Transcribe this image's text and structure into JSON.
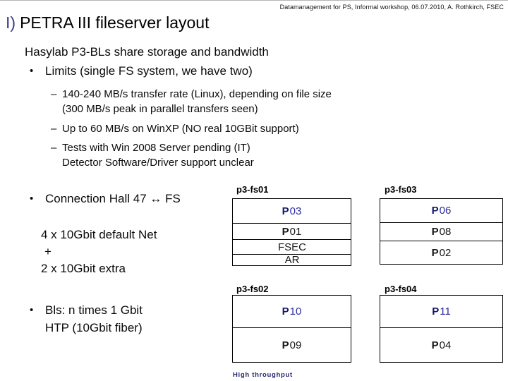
{
  "header": {
    "credit": "Datamanagement for PS, Informal workshop, 06.07.2010, A. Rothkirch, FSEC"
  },
  "title": {
    "prefix": "I)",
    "text": "PETRA III fileserver layout"
  },
  "bullets": {
    "bullet_char": "•",
    "dash_char": "–",
    "intro": "Hasylab P3-BLs share storage and bandwidth",
    "limits": "Limits (single FS system, we have two)",
    "limit1a": "140-240 MB/s transfer rate (Linux), depending on file size",
    "limit1b": "(300 MB/s peak in parallel transfers seen)",
    "limit2": "Up to 60 MB/s on WinXP (NO real 10GBit support)",
    "limit3a": "Tests with Win 2008 Server pending (IT)",
    "limit3b": "Detector Software/Driver support unclear",
    "connection": "Connection Hall 47 ↔ FS",
    "net1": "4 x 10Gbit default Net",
    "net2": "+",
    "net3": "2 x 10Gbit extra",
    "bls1": "Bls: n times 1 Gbit",
    "bls2": "HTP (10Gbit fiber)"
  },
  "servers": [
    {
      "label": "p3-fs01",
      "rows": [
        {
          "lead": "P",
          "rest": "03"
        },
        {
          "lead": "P",
          "rest": "01"
        },
        {
          "lead": "",
          "rest": "FSEC"
        },
        {
          "lead": "",
          "rest": "AR"
        }
      ]
    },
    {
      "label": "p3-fs03",
      "rows": [
        {
          "lead": "P",
          "rest": "06"
        },
        {
          "lead": "P",
          "rest": "08"
        },
        {
          "lead": "P",
          "rest": "02"
        }
      ]
    },
    {
      "label": "p3-fs02",
      "rows": [
        {
          "lead": "P",
          "rest": "10"
        },
        {
          "lead": "P",
          "rest": "09"
        }
      ]
    },
    {
      "label": "p3-fs04",
      "rows": [
        {
          "lead": "P",
          "rest": "11"
        },
        {
          "lead": "P",
          "rest": "04"
        }
      ]
    }
  ],
  "footer": {
    "note": "High throughput"
  },
  "colors": {
    "navy_accent": "#3c3c82",
    "cell_blue": "#2b2ba0",
    "footer_navy": "#28286e",
    "text_black": "#000000"
  }
}
